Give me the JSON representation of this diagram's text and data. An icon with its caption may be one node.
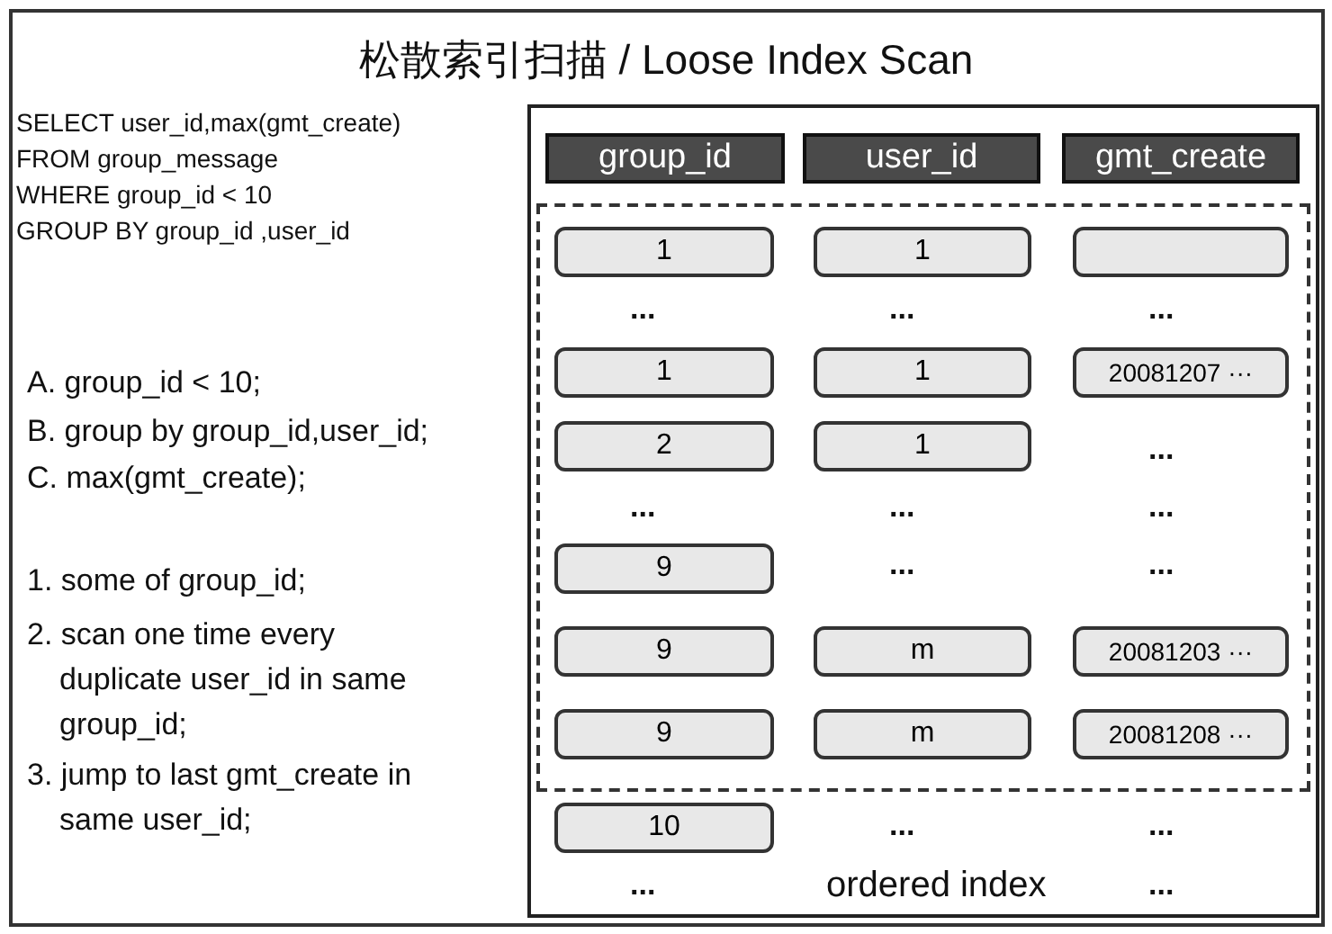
{
  "diagram": {
    "title": "松散索引扫描 / Loose Index Scan",
    "nodes": [
      {
        "text": [
          "ordered index"
        ]
      },
      {
        "text": [
          "group_id"
        ],
        "in": 0
      },
      {
        "text": [
          "user_id"
        ],
        "in": 0
      },
      {
        "text": [
          "gmt_create"
        ],
        "in": 0
      },
      {
        "text": [],
        "shape": "box",
        "in": 0
      },
      {
        "text": [
          "1"
        ],
        "in": 4
      },
      {
        "text": [
          "1"
        ],
        "in": 4
      },
      {
        "text": [],
        "shape": "box",
        "in": 4
      },
      {
        "text": [
          "1"
        ],
        "in": 4
      },
      {
        "text": [
          "1"
        ],
        "in": 4
      },
      {
        "text": [
          "20081207 ···"
        ],
        "in": 4
      },
      {
        "text": [
          "2"
        ],
        "in": 4
      },
      {
        "text": [
          "1"
        ],
        "in": 4
      },
      {
        "text": [
          "9"
        ],
        "in": 4
      },
      {
        "text": [
          "9"
        ],
        "in": 4
      },
      {
        "text": [
          "m"
        ],
        "in": 4
      },
      {
        "text": [
          "20081203 ···"
        ],
        "in": 4
      },
      {
        "text": [
          "9"
        ],
        "in": 4
      },
      {
        "text": [
          "m"
        ],
        "in": 4
      },
      {
        "text": [
          "20081208 ···"
        ],
        "in": 4
      },
      {
        "text": [
          "10"
        ],
        "in": 0
      }
    ],
    "labels": [
      "SELECT user_id,max(gmt_create)",
      "FROM group_message",
      "WHERE group_id < 10",
      "GROUP BY group_id ,user_id",
      "A. group_id < 10;",
      "B. group by group_id,user_id;",
      "C. max(gmt_create);",
      "1. some of group_id;",
      "2. scan one time every duplicate user_id in same group_id;",
      "3. jump to last gmt_create in same user_id;",
      "...",
      "...",
      "...",
      "...",
      "...",
      "...",
      "...",
      "...",
      "...",
      "...",
      "...",
      "...",
      "..."
    ]
  }
}
